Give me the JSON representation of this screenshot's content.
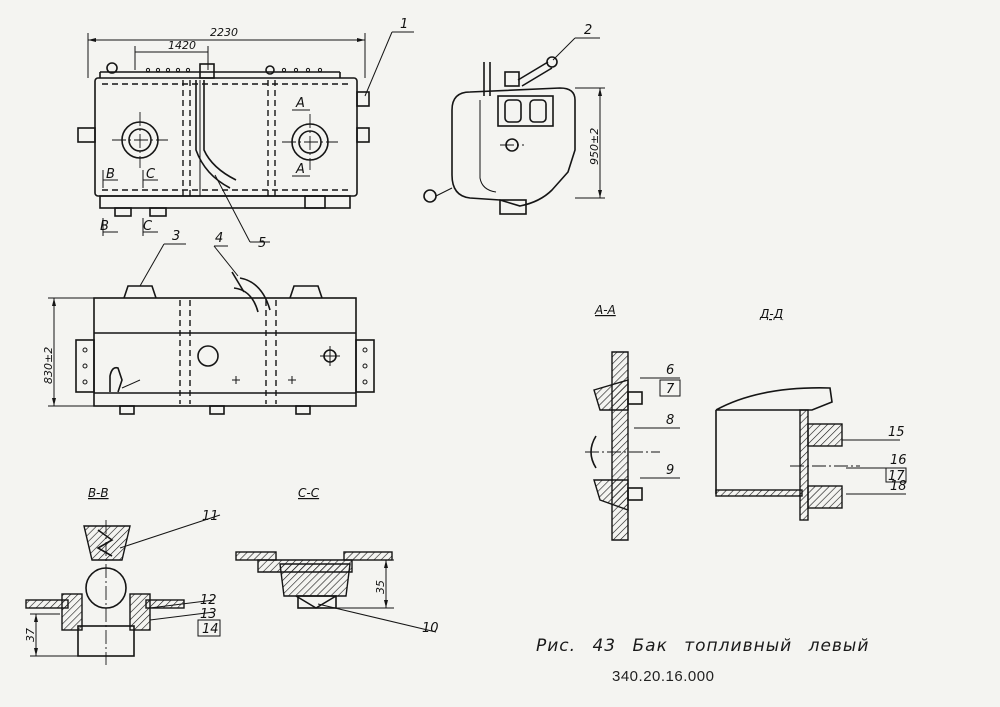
{
  "figure": {
    "caption": "Рис. 43 Бак топливный левый",
    "doc_number": "340.20.16.000"
  },
  "callouts": [
    "1",
    "2",
    "3",
    "4",
    "5",
    "6",
    "7",
    "8",
    "9",
    "10",
    "11",
    "12",
    "13",
    "14",
    "15",
    "16",
    "17",
    "18"
  ],
  "dimensions": {
    "overall_length": "2230",
    "inner_length": "1420",
    "side_height": "950±2",
    "front_height": "830±2",
    "bb_height": "37",
    "cc_height": "35"
  },
  "section_marks": {
    "a": "A",
    "b": "B",
    "c": "C"
  },
  "sections": {
    "aa": "A-A",
    "dd": "Д-Д",
    "bb": "B-B",
    "cc": "C-C"
  }
}
